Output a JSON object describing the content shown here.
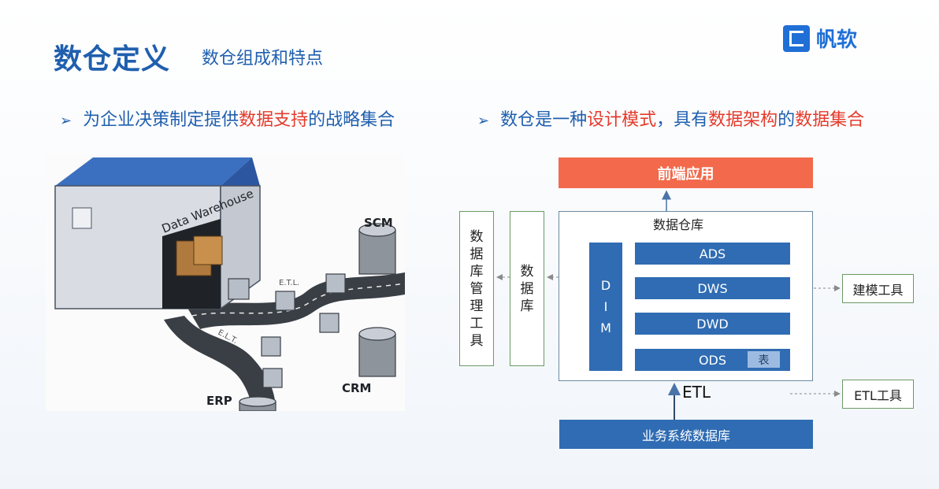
{
  "header": {
    "title": "数仓定义",
    "subtitle": "数仓组成和特点",
    "logo_text": "帆软"
  },
  "bullets": {
    "left": {
      "arrow": "➢",
      "pre": "为企业决策制定提供",
      "hl": "数据支持",
      "post": "的战略集合"
    },
    "right": {
      "arrow": "➢",
      "pre": "数仓是一种",
      "hl1": "设计模式",
      "mid": "，具有",
      "hl2": "数据架构",
      "mid2": "的",
      "hl3": "数据集合"
    }
  },
  "illustration": {
    "building_label": "Data Warehouse",
    "systems": [
      "SCM",
      "CRM",
      "ERP"
    ],
    "flows": [
      "E.T.L.",
      "E.L.T."
    ]
  },
  "diagram": {
    "frontend": "前端应用",
    "dw_label": "数据仓库",
    "dim": [
      "D",
      "I",
      "M"
    ],
    "layers": [
      "ADS",
      "DWS",
      "DWD",
      "ODS"
    ],
    "table_chip": "表",
    "db_manager": [
      "数",
      "据",
      "库",
      "管",
      "理",
      "工",
      "具"
    ],
    "db": [
      "数",
      "据",
      "库"
    ],
    "modeling_tool": "建模工具",
    "etl": "ETL",
    "etl_tool": "ETL工具",
    "business_db": "业务系统数据库"
  },
  "colors": {
    "title_blue": "#1f5fae",
    "highlight_red": "#e53a2b",
    "frontend": "#f26a4b",
    "layer_blue": "#2f6cb3"
  }
}
